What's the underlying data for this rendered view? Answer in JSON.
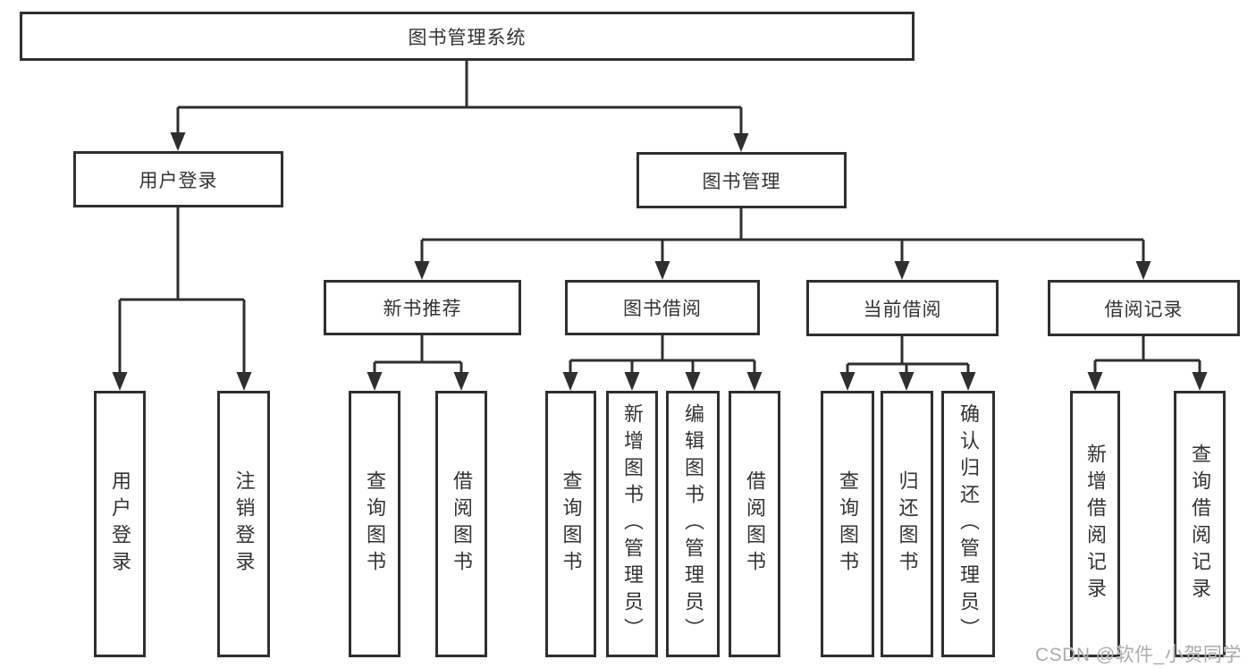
{
  "colors": {
    "line": "#2f2f2f",
    "text": "#333333",
    "background": "#ffffff",
    "watermark": "#ababab"
  },
  "tree": {
    "root": {
      "label": "图书管理系统"
    },
    "branches": [
      {
        "label": "用户登录",
        "children": [
          {
            "label": "用户登录"
          },
          {
            "label": "注销登录"
          }
        ]
      },
      {
        "label": "图书管理",
        "groups": [
          {
            "label": "新书推荐",
            "children": [
              {
                "label": "查询图书"
              },
              {
                "label": "借阅图书"
              }
            ]
          },
          {
            "label": "图书借阅",
            "children": [
              {
                "label": "查询图书"
              },
              {
                "label": "新增图书（管理员）"
              },
              {
                "label": "编辑图书（管理员）"
              },
              {
                "label": "借阅图书"
              }
            ]
          },
          {
            "label": "当前借阅",
            "children": [
              {
                "label": "查询图书"
              },
              {
                "label": "归还图书"
              },
              {
                "label": "确认归还（管理员）"
              }
            ]
          },
          {
            "label": "借阅记录",
            "children": [
              {
                "label": "新增借阅记录"
              },
              {
                "label": "查询借阅记录"
              }
            ]
          }
        ]
      }
    ]
  },
  "watermark": {
    "text": "CSDN @软件_小贺同学"
  }
}
